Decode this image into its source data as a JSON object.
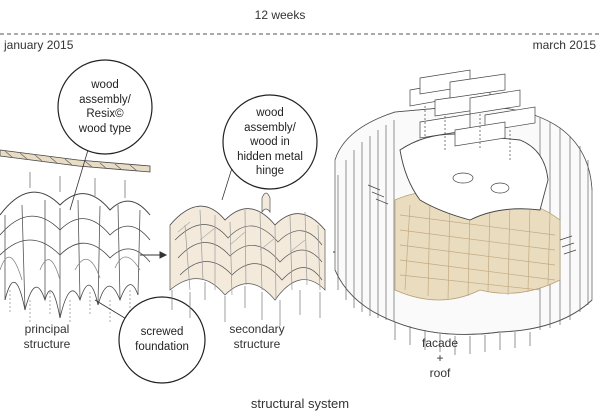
{
  "timeline": {
    "duration": "12 weeks",
    "start": "january 2015",
    "end": "march 2015"
  },
  "stages": [
    {
      "label_lines": [
        "principal",
        "structure"
      ]
    },
    {
      "label_lines": [
        "secondary",
        "structure"
      ]
    },
    {
      "label_lines": [
        "facade",
        "+",
        "roof"
      ]
    }
  ],
  "callouts": [
    {
      "lines": [
        "wood",
        "assembly/",
        "Resix©",
        "wood type"
      ]
    },
    {
      "lines": [
        "screwed",
        "foundation"
      ]
    },
    {
      "lines": [
        "wood",
        "assembly/",
        "wood in",
        "hidden metal",
        "hinge"
      ]
    }
  ],
  "caption": "structural system",
  "colors": {
    "line": "#333333",
    "wood": "#d9c6a5",
    "light": "#9a9a9a"
  },
  "icons": [
    "arrow-right-icon"
  ]
}
